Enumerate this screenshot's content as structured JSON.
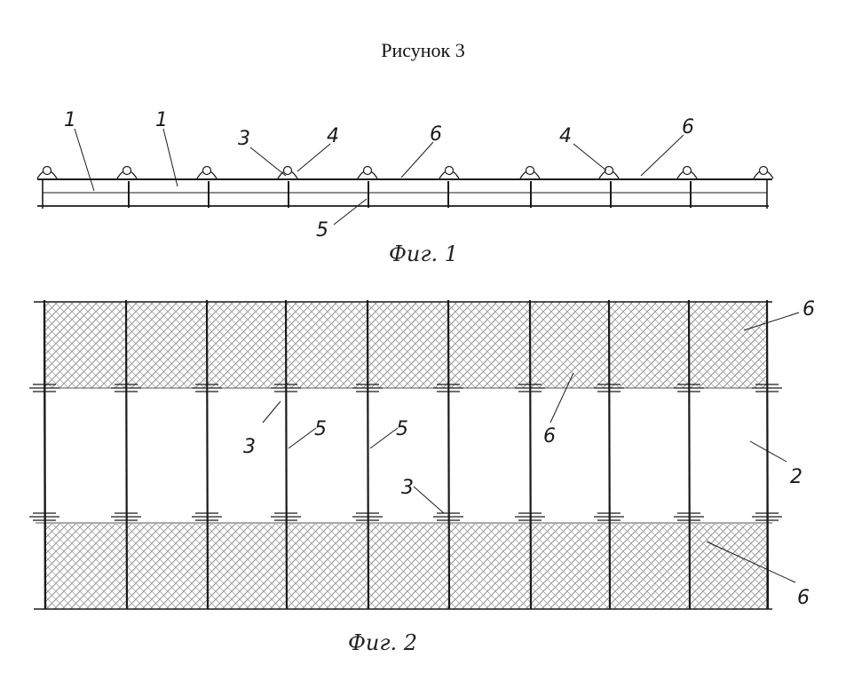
{
  "title": "Рисунок 3",
  "fig1": {
    "caption": "Фиг. 1",
    "labels": [
      "1",
      "1",
      "3",
      "4",
      "6",
      "4",
      "6",
      "5"
    ]
  },
  "fig2": {
    "caption": "Фиг. 2",
    "labels": [
      "6",
      "6",
      "2",
      "3",
      "5",
      "5",
      "6",
      "3",
      "6"
    ]
  },
  "colors": {
    "ink": "#1a1a1a",
    "hatch": "#7d7d7d",
    "paper": "#ffffff"
  }
}
